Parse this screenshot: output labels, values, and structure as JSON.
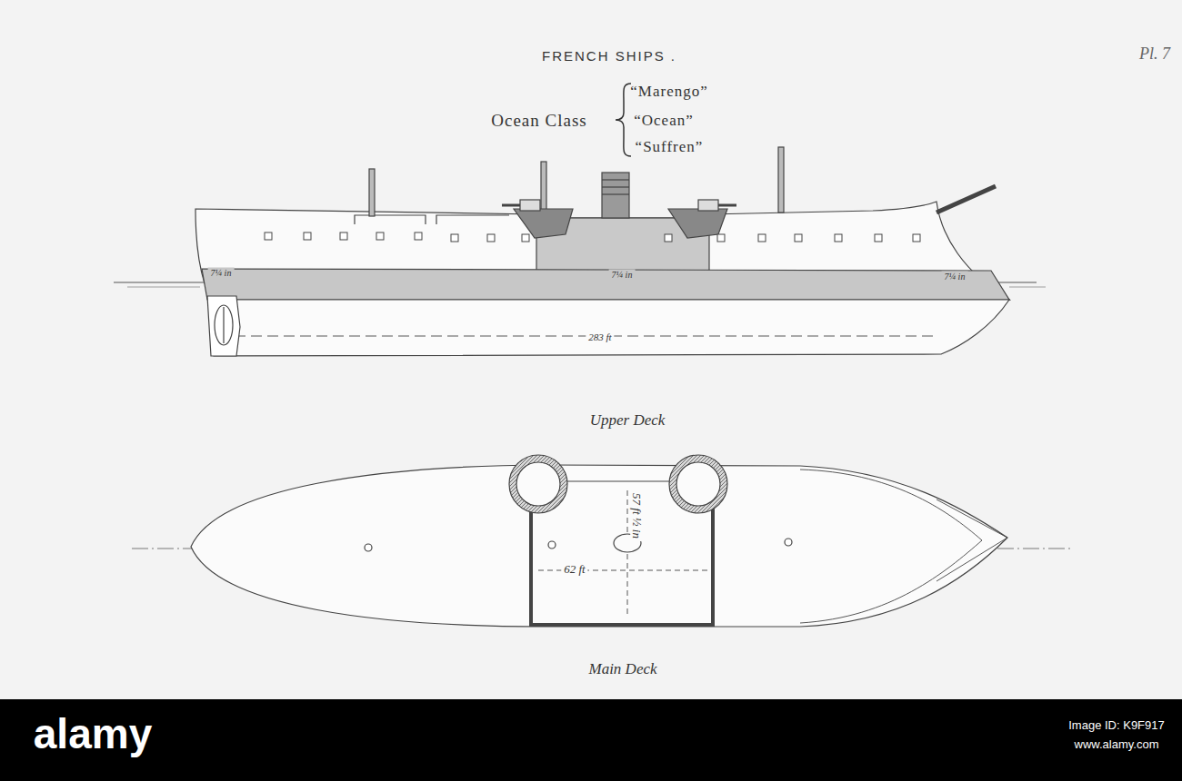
{
  "diagram": {
    "title": "FRENCH SHIPS .",
    "labels": [
      "Pl. 7",
      "Ocean Class",
      "“Marengo”",
      "“Ocean”",
      "“Suffren”",
      "7¼ in",
      "7¼ in",
      "7¼ in",
      "283 ft",
      "Upper Deck",
      "57 ft ½ in",
      "62 ft",
      "Main Deck",
      "alamy",
      "Image ID: K9F917",
      "www.alamy.com"
    ]
  }
}
